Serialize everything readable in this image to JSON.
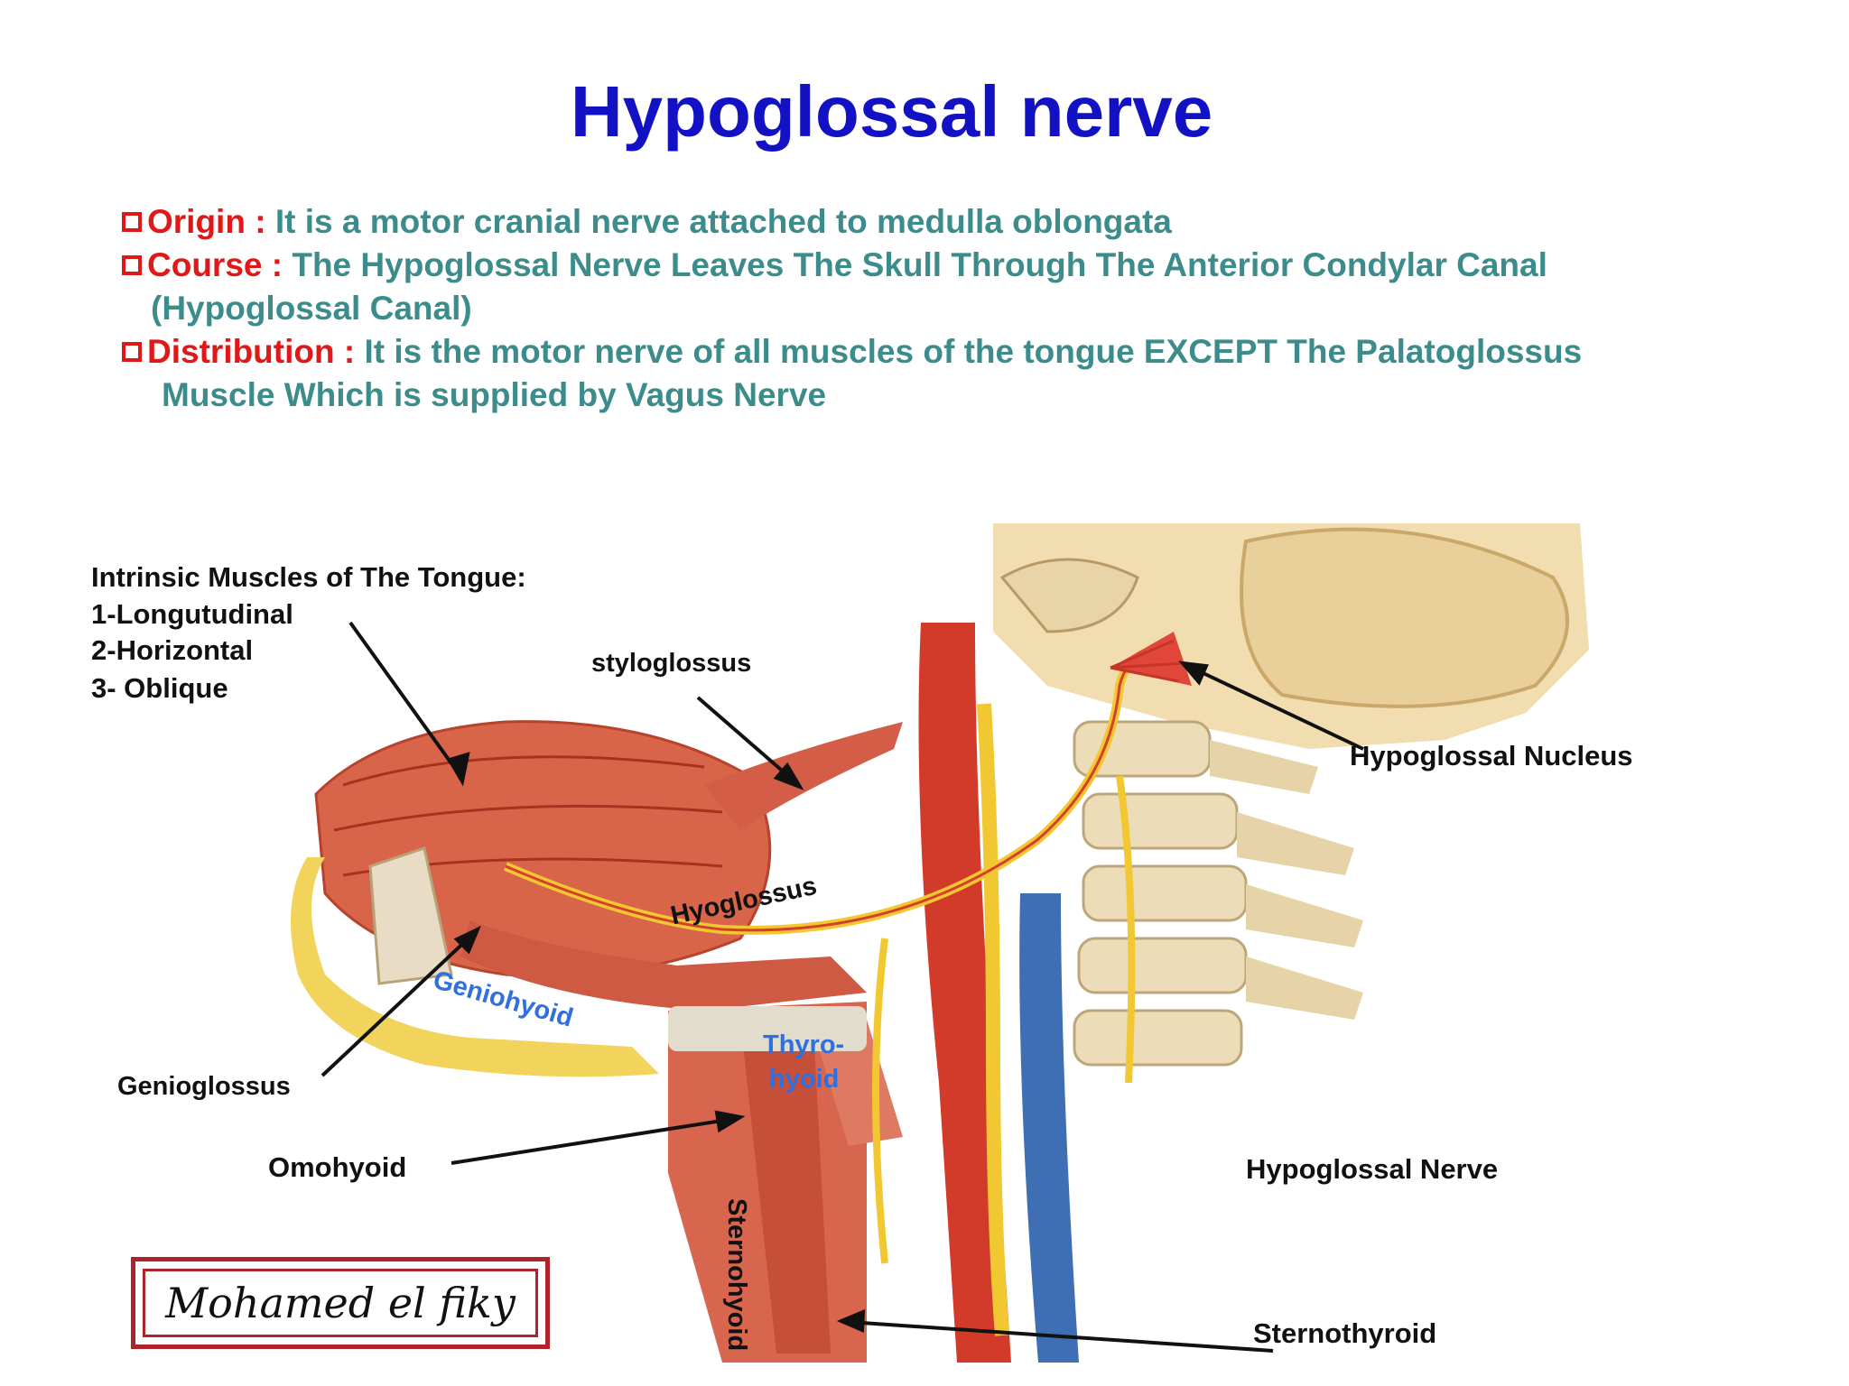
{
  "title": "Hypoglossal nerve",
  "bullets": [
    {
      "key": "Origin :",
      "text": "It is a motor cranial nerve attached to medulla oblongata",
      "continuation": ""
    },
    {
      "key": "Course :",
      "text": "The Hypoglossal Nerve Leaves The Skull Through The Anterior Condylar Canal",
      "continuation": "(Hypoglossal  Canal)"
    },
    {
      "key": "Distribution :",
      "text": "It is the motor nerve of all muscles of the tongue  EXCEPT The Palatoglossus",
      "continuation": "Muscle Which is supplied by Vagus Nerve"
    }
  ],
  "labels": {
    "intrinsic_heading": "Intrinsic Muscles of The Tongue:",
    "intrinsic_1": "1-Longutudinal",
    "intrinsic_2": "2-Horizontal",
    "intrinsic_3": "3- Oblique",
    "styloglossus": "styloglossus",
    "hypoglossal_nucleus": "Hypoglossal Nucleus",
    "hyoglossus": "Hyoglossus",
    "geniohyoid": "Geniohyoid",
    "thyrohyoid_1": "Thyro-",
    "thyrohyoid_2": "hyoid",
    "genioglossus": "Genioglossus",
    "omohyoid": "Omohyoid",
    "hypoglossal_nerve": "Hypoglossal Nerve",
    "sternohyoid": "Sternohyoid",
    "sternothyroid": "Sternothyroid"
  },
  "signature": "Mohamed el fiky",
  "colors": {
    "title": "#1212c4",
    "bullet_key": "#e01818",
    "bullet_text": "#3d8c8c",
    "label_blue": "#2f6fe0"
  }
}
